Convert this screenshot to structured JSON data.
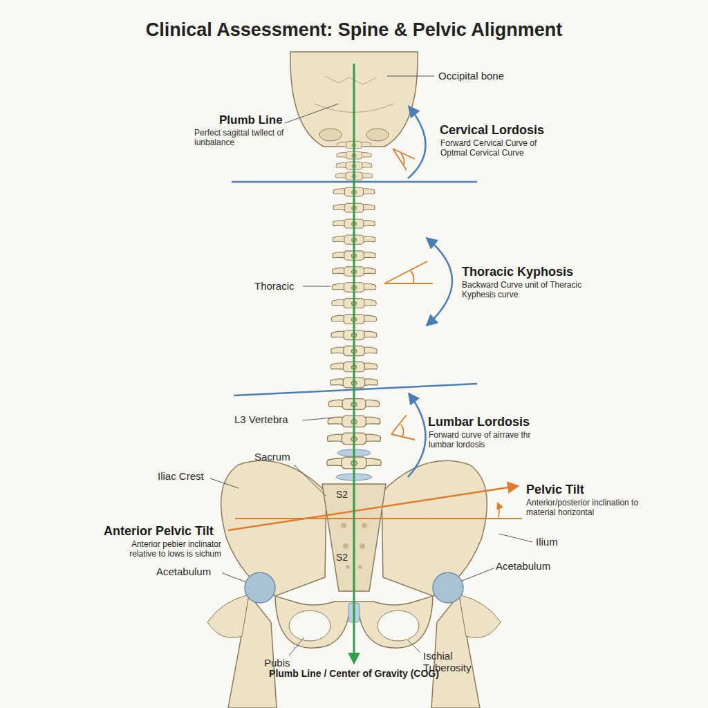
{
  "diagram": {
    "title": "Clinical Assessment: Spine & Pelvic Alignment",
    "labels": [
      "Occipital bone",
      "Plumb Line",
      "Perfect sagittal twllect of iunbalance",
      "Cervical Lordosis",
      "Forward Cervical Curve of Optmal Cervical Curve",
      "Thoracic",
      "Thoracic Kyphosis",
      "Backward Curve unit of Theracic Kyphesis curve",
      "L3 Vertebra",
      "Lumbar Lordosis",
      "Forward curve of airrave thr lumbar lordosis",
      "Sacrum",
      "Iliac Crest",
      "S2",
      "Pelvic Tilt",
      "Anterior/posterior inclination to material horizontal",
      "Anterior Pelvic Tilt",
      "Anterior pebier inclinator relative to lows is sichum",
      "Ilium",
      "S2",
      "Acetabulum",
      "Acetabulum",
      "Pubis",
      "Ischial Tuberosity",
      "Plumb Line / Center of Gravity (COG)"
    ]
  }
}
